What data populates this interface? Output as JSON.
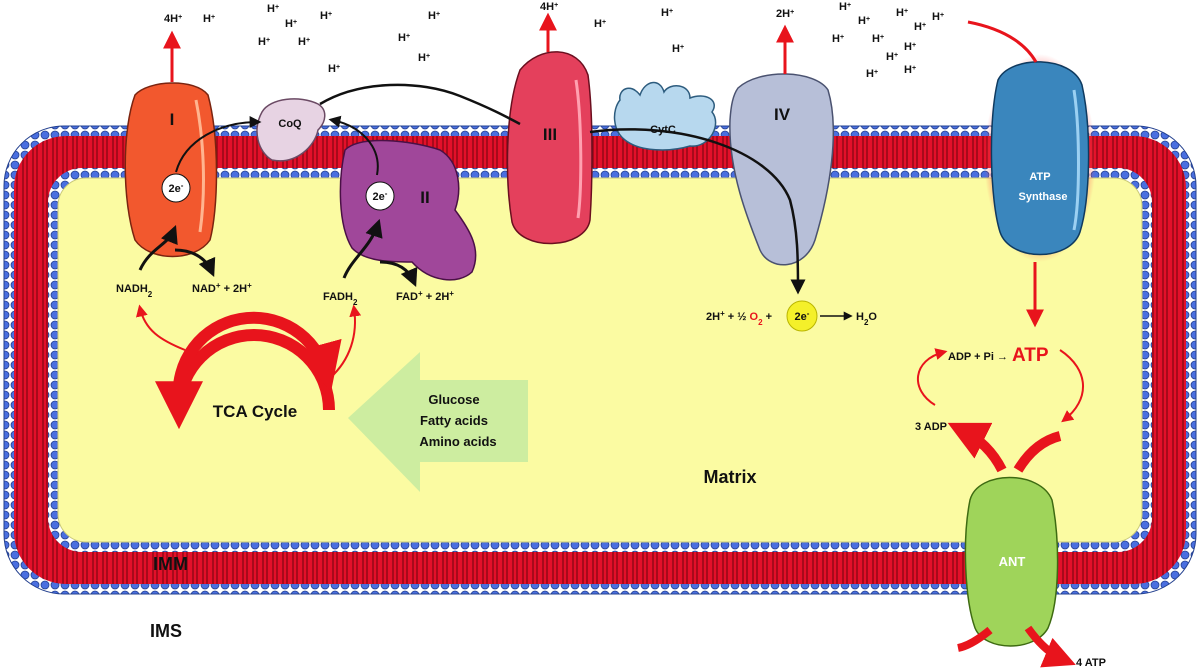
{
  "labels": {
    "ims": "IMS",
    "imm": "IMM",
    "matrix": "Matrix",
    "tca_cycle": "TCA Cycle",
    "fuel_1": "Glucose",
    "fuel_2": "Fatty acids",
    "fuel_3": "Amino acids"
  },
  "complexes": {
    "c1": "I",
    "c2": "II",
    "c3": "III",
    "c4": "IV",
    "coq": "CoQ",
    "cytc": "CytC",
    "atp_synthase_1": "ATP",
    "atp_synthase_2": "Synthase",
    "ant": "ANT"
  },
  "electrons": {
    "e1_main": "2e",
    "e1_sup": "-",
    "e2_main": "2e",
    "e2_sup": "-",
    "e4_main": "2e",
    "e4_sup": "-"
  },
  "substrates": {
    "nadh_main": "NADH",
    "nadh_sub": "2",
    "nad_out_1": "NAD",
    "nad_out_sup": "+",
    "nad_out_2": " + 2H",
    "nad_out_sup2": "+",
    "fadh_main": "FADH",
    "fadh_sub": "2",
    "fad_out_1": "FAD",
    "fad_out_sup": "+",
    "fad_out_2": " + 2H",
    "fad_out_sup2": "+"
  },
  "reaction_o2": {
    "part1": "2H",
    "part1_sup": "+",
    "part2": " + ½ ",
    "o2_main": "O",
    "o2_sub": "2",
    "part3": " +",
    "arrow_text": "H",
    "h2o_sub": "2",
    "h2o_end": "O"
  },
  "atp_cycle": {
    "adp_pi": "ADP + Pi",
    "arrow": "→",
    "atp": "ATP",
    "three_adp": "3 ADP",
    "four_atp": "4 ATP"
  },
  "pumps": {
    "p1_main": "4H",
    "p1_sup": "+",
    "p3_main": "4H",
    "p3_sup": "+",
    "p4_main": "2H",
    "p4_sup": "+"
  },
  "proton": {
    "main": "H",
    "sup": "+"
  },
  "colors": {
    "membrane_red": "#e3102a",
    "head_blue": "#4a6fe0",
    "matrix_yellow": "#fbfba2",
    "c1": "#f2582e",
    "c2": "#a0479a",
    "c3": "#e4405c",
    "c4": "#b7bfd8",
    "coq": "#e7d3e3",
    "cytc": "#b7d8ee",
    "atp_synthase": "#3a86bd",
    "ant": "#9fd45a",
    "arrow_red": "#e8141c",
    "fuel_green": "#cdeda0",
    "electron_yellow": "#f4f02a"
  }
}
